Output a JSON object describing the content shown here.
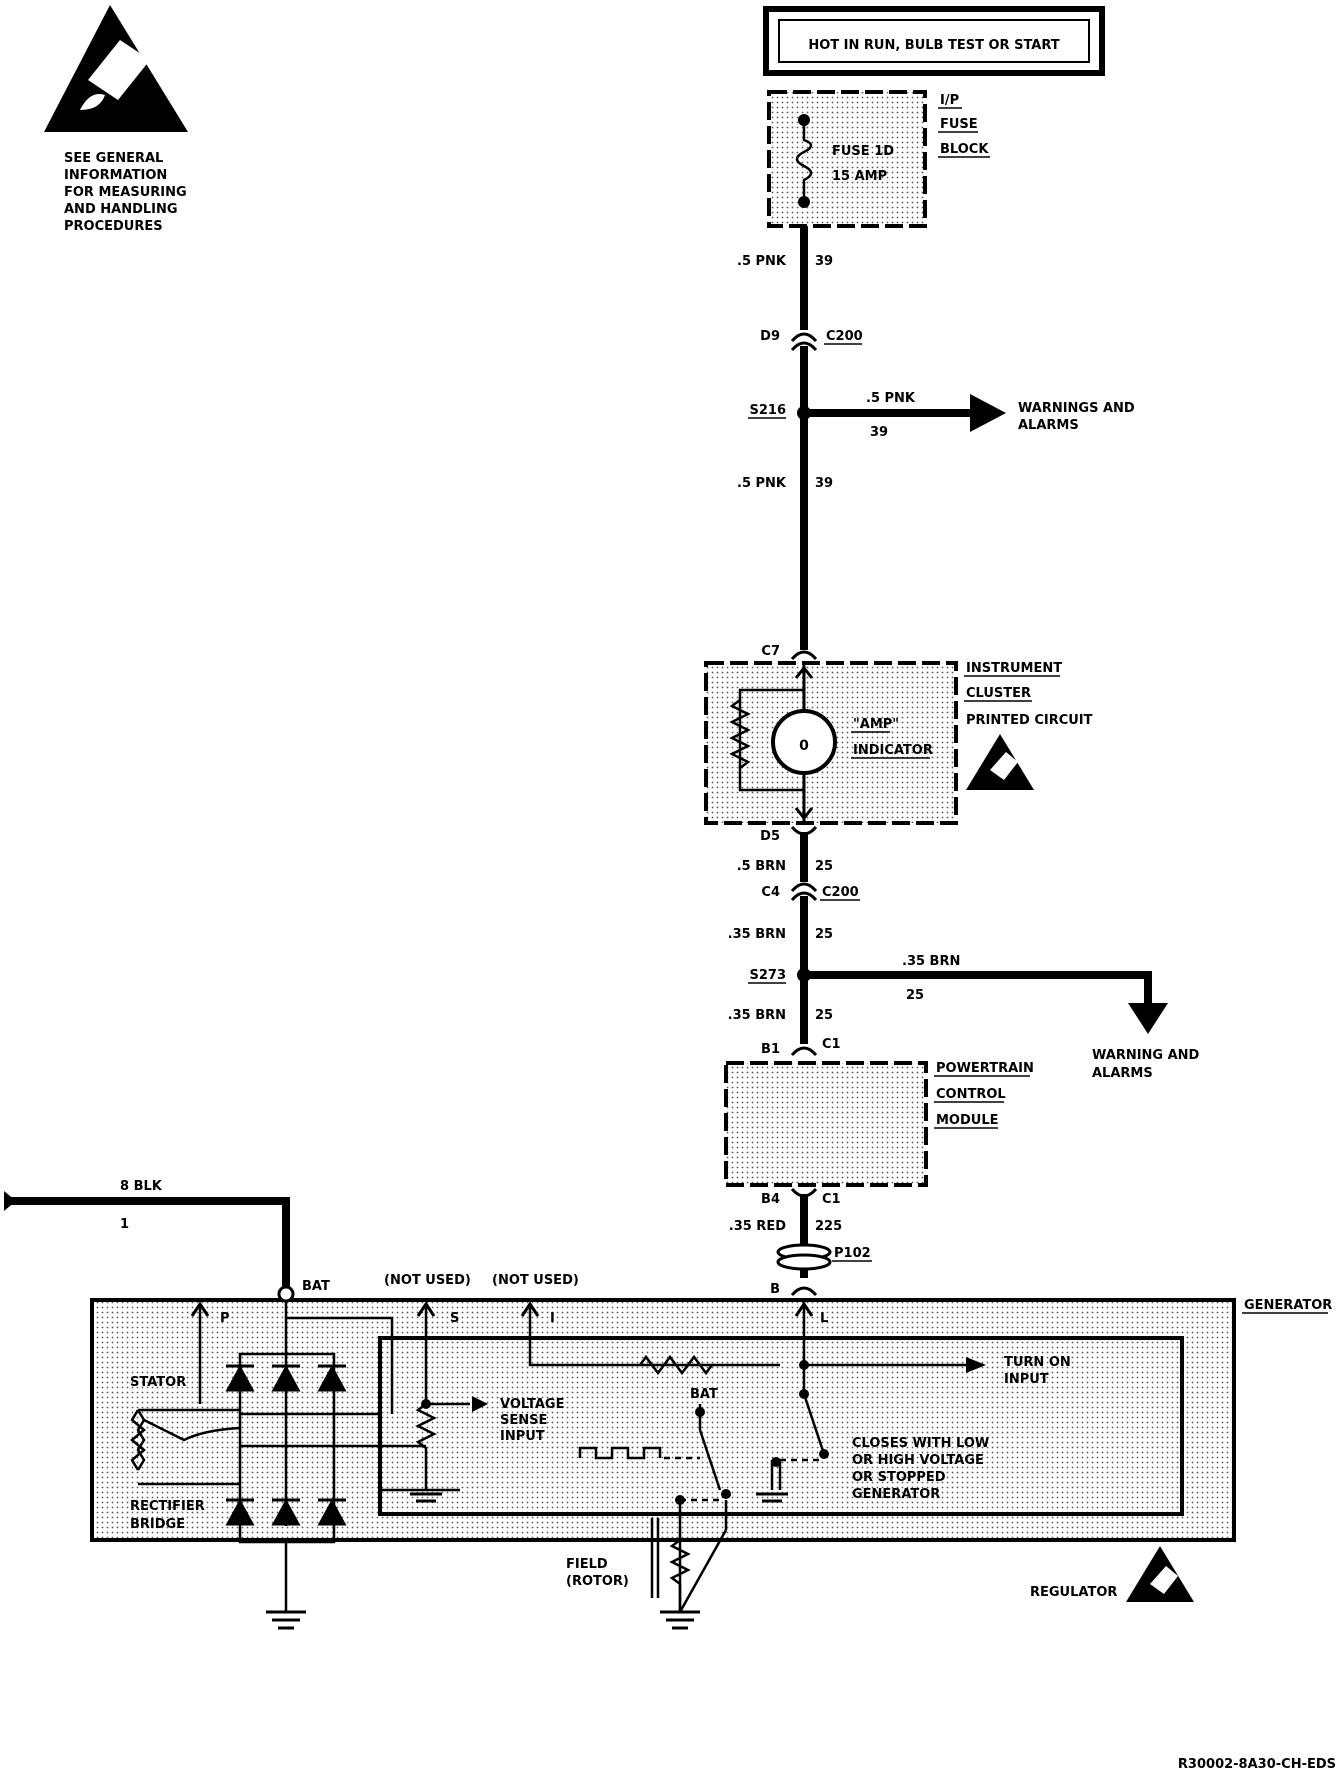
{
  "esd_note": [
    "SEE GENERAL",
    "INFORMATION",
    "FOR MEASURING",
    "AND HANDLING",
    "PROCEDURES"
  ],
  "power_label": "HOT IN RUN, BULB TEST OR START",
  "fuse_block": {
    "name": [
      "I/P",
      "FUSE",
      "BLOCK"
    ],
    "fuse": "FUSE 1D",
    "rating": "15 AMP"
  },
  "wires": {
    "w1": {
      "color": ".5 PNK",
      "circuit": "39"
    },
    "d9": "D9",
    "c200_top": "C200",
    "s216": "S216",
    "branch1_color": ".5 PNK",
    "branch1_circuit": "39",
    "branch1_dest": [
      "WARNINGS AND",
      "ALARMS"
    ],
    "w2": {
      "color": ".5 PNK",
      "circuit": "39"
    },
    "c7": "C7",
    "d5": "D5",
    "w3": {
      "color": ".5 BRN",
      "circuit": "25"
    },
    "c4": "C4",
    "c200_mid": "C200",
    "w4": {
      "color": ".35 BRN",
      "circuit": "25"
    },
    "s273": "S273",
    "branch2_color": ".35 BRN",
    "branch2_circuit": "25",
    "branch2_dest": [
      "WARNING AND",
      "ALARMS"
    ],
    "w5": {
      "color": ".35 BRN",
      "circuit": "25"
    },
    "b1": "B1",
    "c1_top": "C1",
    "b4": "B4",
    "c1_bot": "C1",
    "w6": {
      "color": ".35 RED",
      "circuit": "225"
    },
    "p102": "P102",
    "b": "B",
    "bat_wire": {
      "color": "8 BLK",
      "circuit": "1"
    }
  },
  "cluster": {
    "name": [
      "INSTRUMENT",
      "CLUSTER",
      "PRINTED CIRCUIT"
    ],
    "indicator": [
      "\"AMP\"",
      "INDICATOR"
    ]
  },
  "pcm": {
    "name": [
      "POWERTRAIN",
      "CONTROL",
      "MODULE"
    ]
  },
  "generator": {
    "title": "GENERATOR",
    "bat": "BAT",
    "not_used_1": "(NOT USED)",
    "not_used_2": "(NOT USED)",
    "p": "P",
    "s": "S",
    "i": "I",
    "l": "L",
    "stator": "STATOR",
    "rectifier": [
      "RECTIFIER",
      "BRIDGE"
    ],
    "voltage_sense": [
      "VOLTAGE",
      "SENSE",
      "INPUT"
    ],
    "reg_bat": "BAT",
    "turn_on": [
      "TURN ON",
      "INPUT"
    ],
    "closes": [
      "CLOSES WITH LOW",
      "OR HIGH VOLTAGE",
      "OR STOPPED",
      "GENERATOR"
    ],
    "field": [
      "FIELD",
      "(ROTOR)"
    ],
    "regulator": "REGULATOR"
  },
  "figure_code": "R30002-8A30-CH-EDS"
}
